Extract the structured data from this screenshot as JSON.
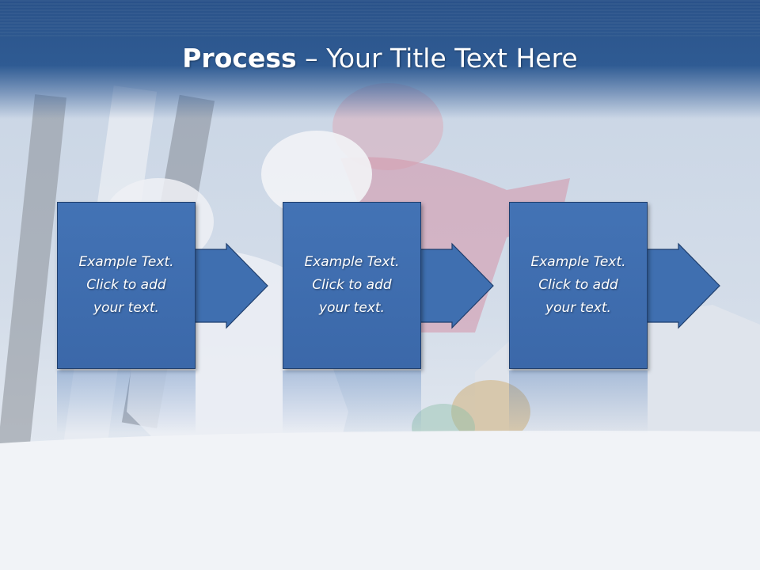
{
  "slide": {
    "title_bold": "Process",
    "title_rest": " – Your Title Text Here"
  },
  "steps": [
    {
      "text": "Example Text.\nClick  to add\nyour text."
    },
    {
      "text": "Example Text.\nClick  to add\nyour text."
    },
    {
      "text": "Example Text.\nClick  to add\nyour text."
    }
  ],
  "colors": {
    "title_band": "#2f5b93",
    "box_fill": "#4373b5",
    "box_border": "#1f3f6e"
  }
}
